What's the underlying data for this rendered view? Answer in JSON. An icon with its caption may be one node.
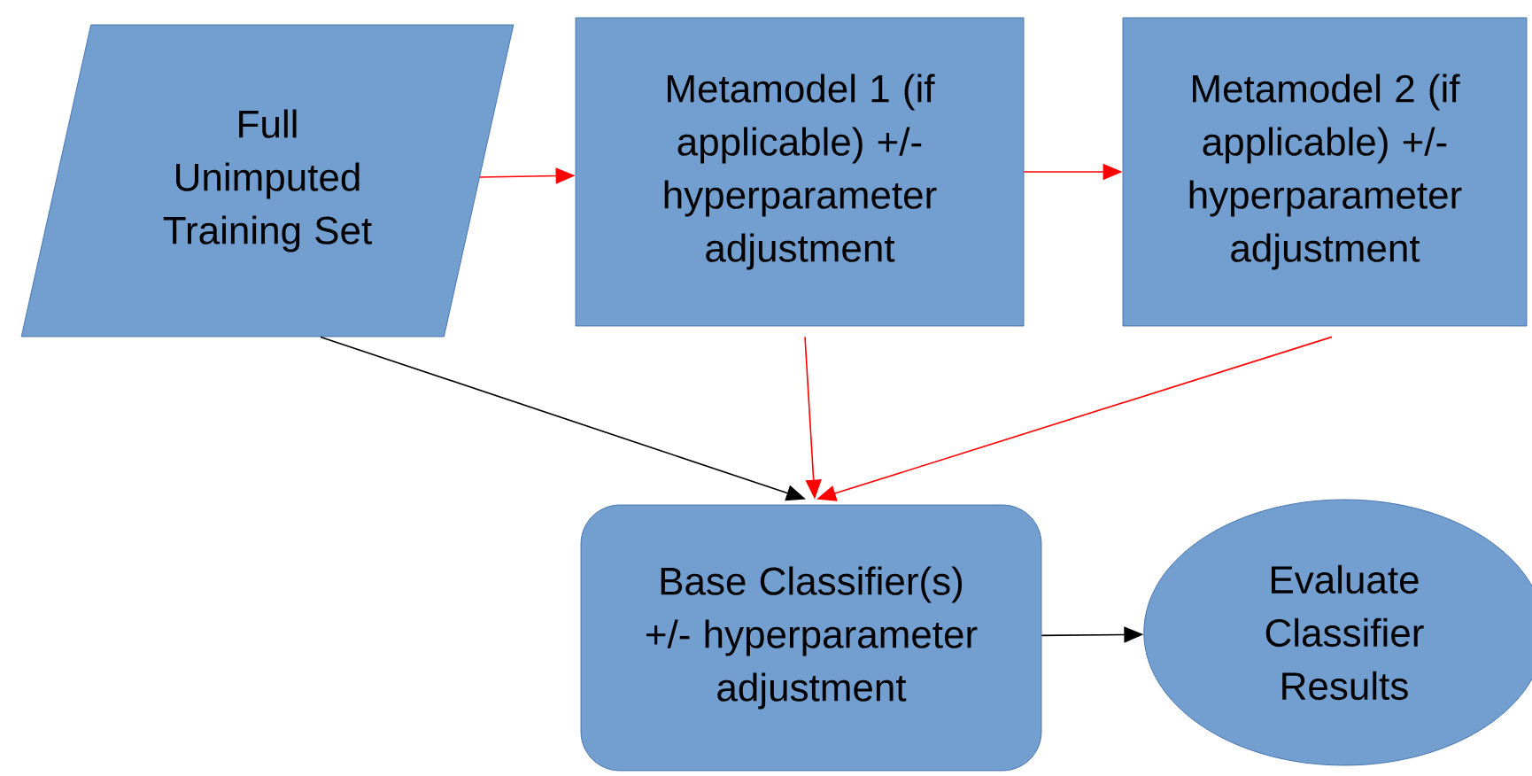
{
  "diagram": {
    "nodes": [
      {
        "text": [
          "Full Unimputed Training Set"
        ]
      },
      {
        "text": [
          "Metamodel 1 (if applicable) +/- hyperparameter adjustment"
        ]
      },
      {
        "text": [
          "Metamodel 2 (if applicable) +/- hyperparameter adjustment"
        ]
      },
      {
        "text": [
          "Base Classifier(s) +/- hyperparameter adjustment"
        ]
      },
      {
        "text": [
          "Evaluate Classifier Results"
        ]
      }
    ],
    "edges": [
      {
        "from": 0,
        "to": 1,
        "arrow": "to"
      },
      {
        "from": 1,
        "to": 2,
        "arrow": "to"
      },
      {
        "from": 0,
        "to": 3,
        "arrow": "to",
        "color": "#000000"
      },
      {
        "from": 1,
        "to": 3,
        "arrow": "to"
      },
      {
        "from": 2,
        "to": 3,
        "arrow": "to"
      },
      {
        "from": 3,
        "to": 4,
        "arrow": "to",
        "color": "#000000"
      }
    ]
  }
}
